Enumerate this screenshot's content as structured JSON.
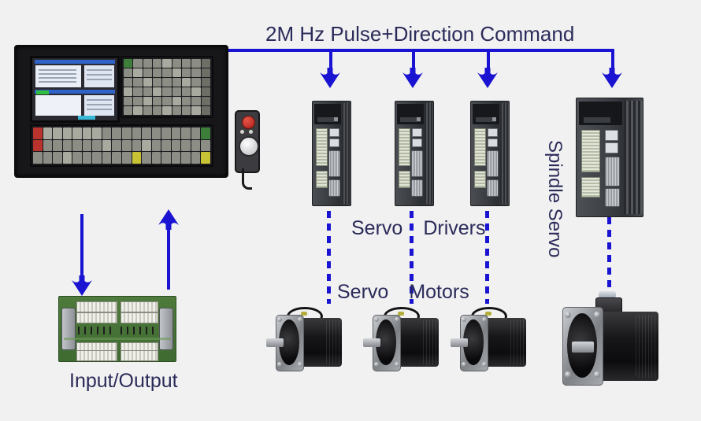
{
  "diagram": {
    "title": "2M Hz Pulse+Direction Command",
    "background_color": "#f1f1f1",
    "wire_color": "#1a14d2",
    "label_color": "#2b2b5a"
  },
  "labels": {
    "bus_title": "2M Hz Pulse+Direction Command",
    "servo_drivers": "Servo",
    "servo_drivers_2": "Drivers",
    "servo_motors": "Servo",
    "servo_motors_2": "Motors",
    "spindle_servo": "Spindle Servo",
    "input_output": "Input/Output"
  },
  "nodes": {
    "cnc_controller": "cnc-controller-panel",
    "pendant": "handheld-pendant",
    "io_board": "io-breakout-board",
    "drivers": [
      {
        "name": "servo-driver-x"
      },
      {
        "name": "servo-driver-y"
      },
      {
        "name": "servo-driver-z"
      }
    ],
    "spindle_drive": "spindle-servo-drive",
    "motors": [
      {
        "name": "servo-motor-x"
      },
      {
        "name": "servo-motor-y"
      },
      {
        "name": "servo-motor-z"
      }
    ],
    "spindle_motor": "spindle-motor"
  },
  "connections": {
    "bus": "pulse-direction-bus",
    "drops": 4,
    "io_output_arrow": "down",
    "io_input_arrow": "up",
    "driver_to_motor": "dashed"
  }
}
